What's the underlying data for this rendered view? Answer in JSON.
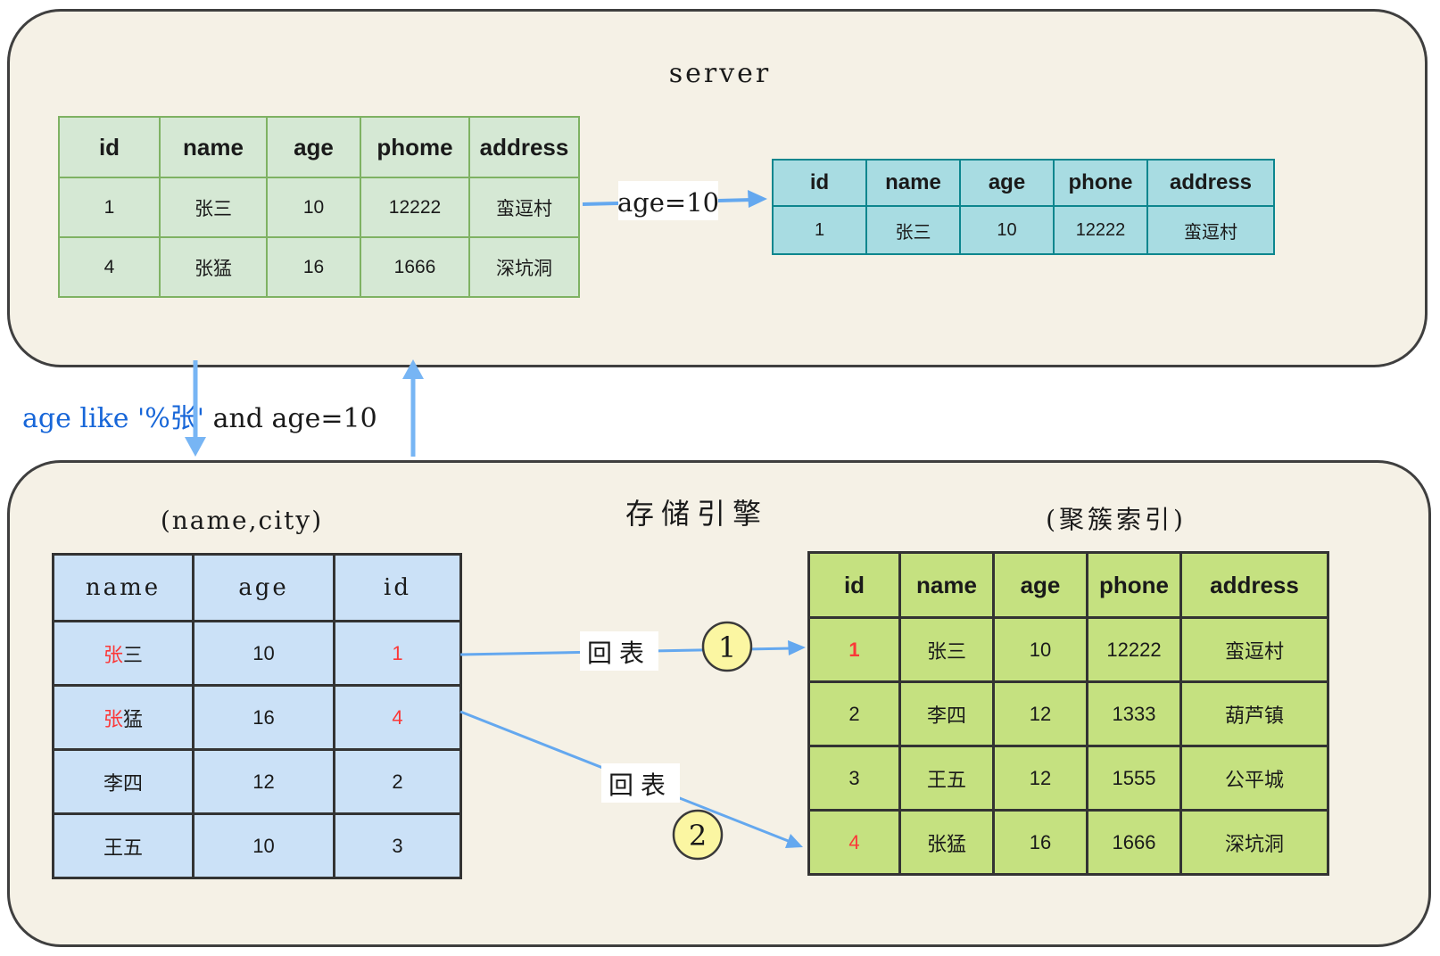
{
  "server": {
    "title": "server"
  },
  "engine": {
    "title": "存储引擎",
    "secondary_label": "(name,city)",
    "clustered_label": "(聚簇索引)"
  },
  "sql": {
    "blue": "age like '%张'",
    "black": " and age=10"
  },
  "age_arrow_label": "age=10",
  "back_label_1": "回表",
  "back_label_2": "回表",
  "badge_1": "1",
  "badge_2": "2",
  "colors": {
    "arrow_blue": "#64a8ef",
    "box_fill": "#f5f1e6",
    "green_table_fill": "#d5e8d4",
    "green_table_border": "#7fb263",
    "cyan_table_fill": "#a8dce2",
    "cyan_table_border": "#0d868e",
    "blue_table_fill": "#cbe1f7",
    "lime_table_fill": "#c5e180",
    "highlight_red": "#fb3838",
    "sql_blue": "#1766d8",
    "badge_yellow": "#fbf6a2"
  },
  "tables": {
    "server_source": {
      "headers": [
        "id",
        "name",
        "age",
        "phome",
        "address"
      ],
      "rows": [
        [
          "1",
          "张三",
          "10",
          "12222",
          "蛮逗村"
        ],
        [
          "4",
          "张猛",
          "16",
          "1666",
          "深坑洞"
        ]
      ]
    },
    "server_result": {
      "headers": [
        "id",
        "name",
        "age",
        "phone",
        "address"
      ],
      "rows": [
        [
          "1",
          "张三",
          "10",
          "12222",
          "蛮逗村"
        ]
      ]
    },
    "secondary": {
      "headers": [
        "name",
        "age",
        "id"
      ],
      "rows": [
        {
          "name_red": "张",
          "name_rest": "三",
          "age": "10",
          "id": "1"
        },
        {
          "name_red": "张",
          "name_rest": "猛",
          "age": "16",
          "id": "4"
        },
        {
          "name_red": "",
          "name_rest": "李四",
          "age": "12",
          "id": "2"
        },
        {
          "name_red": "",
          "name_rest": "王五",
          "age": "10",
          "id": "3"
        }
      ]
    },
    "clustered": {
      "headers": [
        "id",
        "name",
        "age",
        "phone",
        "address"
      ],
      "rows": [
        {
          "id": "1",
          "name": "张三",
          "age": "10",
          "phone": "12222",
          "address": "蛮逗村"
        },
        {
          "id": "2",
          "name": "李四",
          "age": "12",
          "phone": "1333",
          "address": "葫芦镇"
        },
        {
          "id": "3",
          "name": "王五",
          "age": "12",
          "phone": "1555",
          "address": "公平城"
        },
        {
          "id": "4",
          "name": "张猛",
          "age": "16",
          "phone": "1666",
          "address": "深坑洞"
        }
      ]
    }
  }
}
